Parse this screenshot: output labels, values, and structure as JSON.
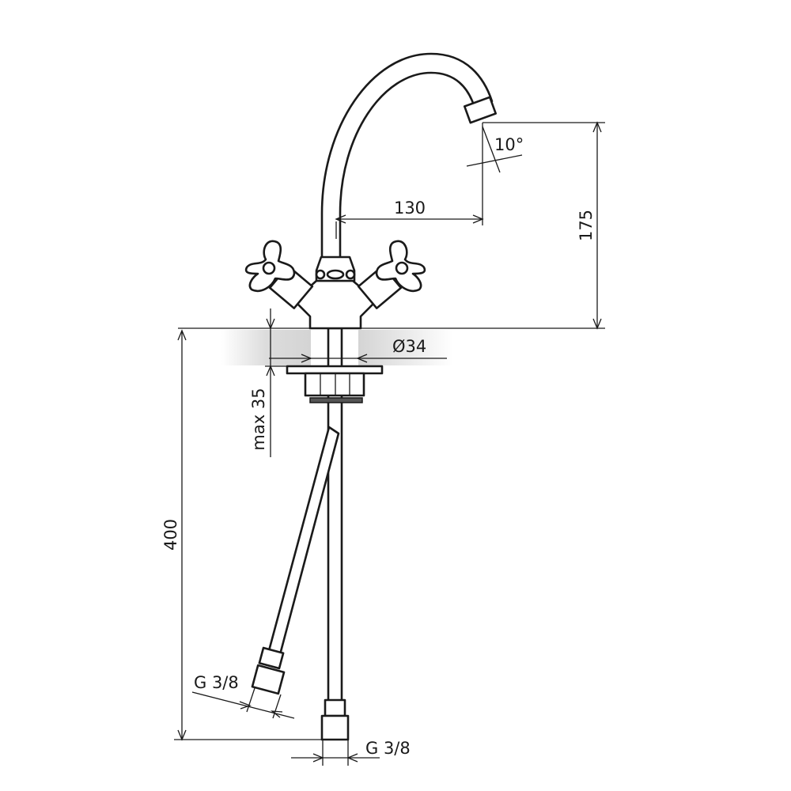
{
  "drawing": {
    "title": "Faucet dimension drawing",
    "dimensions": {
      "spout_height": "175",
      "spout_reach": "130",
      "spout_angle": "10°",
      "hole_diameter": "Ø34",
      "max_thickness": "max 35",
      "hose_length": "400",
      "hose_thread_left": "G 3/8",
      "hose_thread_bottom": "G 3/8"
    },
    "colors": {
      "line": "#1a1a1a",
      "countertop": "#d9d9d9"
    }
  }
}
